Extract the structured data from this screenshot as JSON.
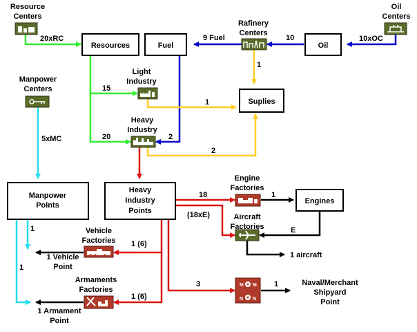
{
  "nodes": {
    "resources": "Resources",
    "fuel": "Fuel",
    "oil": "Oil",
    "suplies": "Suplies",
    "manpower_points": [
      "Manpower",
      "Points"
    ],
    "heavy_industry_points": [
      "Heavy",
      "Industry",
      "Points"
    ],
    "engines": "Engines"
  },
  "labels": {
    "resource_centers": [
      "Resource",
      "Centers"
    ],
    "oil_centers": [
      "Oil",
      "Centers"
    ],
    "rafinery_centers": [
      "Rafinery",
      "Centers"
    ],
    "manpower_centers": [
      "Manpower",
      "Centers"
    ],
    "light_industry": [
      "Light",
      "Industry"
    ],
    "heavy_industry": [
      "Heavy",
      "Industry"
    ],
    "engine_factories": [
      "Engine",
      "Factories"
    ],
    "aircraft_factories": [
      "Aircraft",
      "Factories"
    ],
    "vehicle_factories": [
      "Vehicle",
      "Factories"
    ],
    "armaments_factories": [
      "Armaments",
      "Factories"
    ],
    "vehicle_point": [
      "1 Vehicle",
      "Point"
    ],
    "armament_point": [
      "1 Armament",
      "Point"
    ],
    "aircraft_output": "1 aircraft",
    "naval_shipyard": [
      "Naval/Merchant",
      "Shipyard",
      "Point"
    ]
  },
  "edge_labels": {
    "rc": "20xRC",
    "oc": "10xOC",
    "oil_to_rafinery": "10",
    "rafinery_to_fuel": "9 Fuel",
    "rafinery_to_suplies": "1",
    "res_to_light": "15",
    "res_to_heavy": "20",
    "light_to_suplies": "1",
    "heavy_to_suplies": "2",
    "fuel_to_heavy": "2",
    "mc": "5xMC",
    "mp_to_vehicle": "1",
    "mp_to_armament": "1",
    "hip_to_engine": "18",
    "engine_to_engines": "1",
    "hip_to_aircraft": "(18xE)",
    "engines_to_aircraft": "E",
    "hip_to_vehicle": "1 (6)",
    "hip_to_armaments": "1 (6)",
    "hip_to_naval": "3",
    "naval_output": "1"
  },
  "colors": {
    "green": "#33ee33",
    "blue": "#0000cc",
    "yellow": "#ffcc22",
    "cyan": "#22ddee",
    "red": "#dd1111",
    "black": "#000000"
  }
}
